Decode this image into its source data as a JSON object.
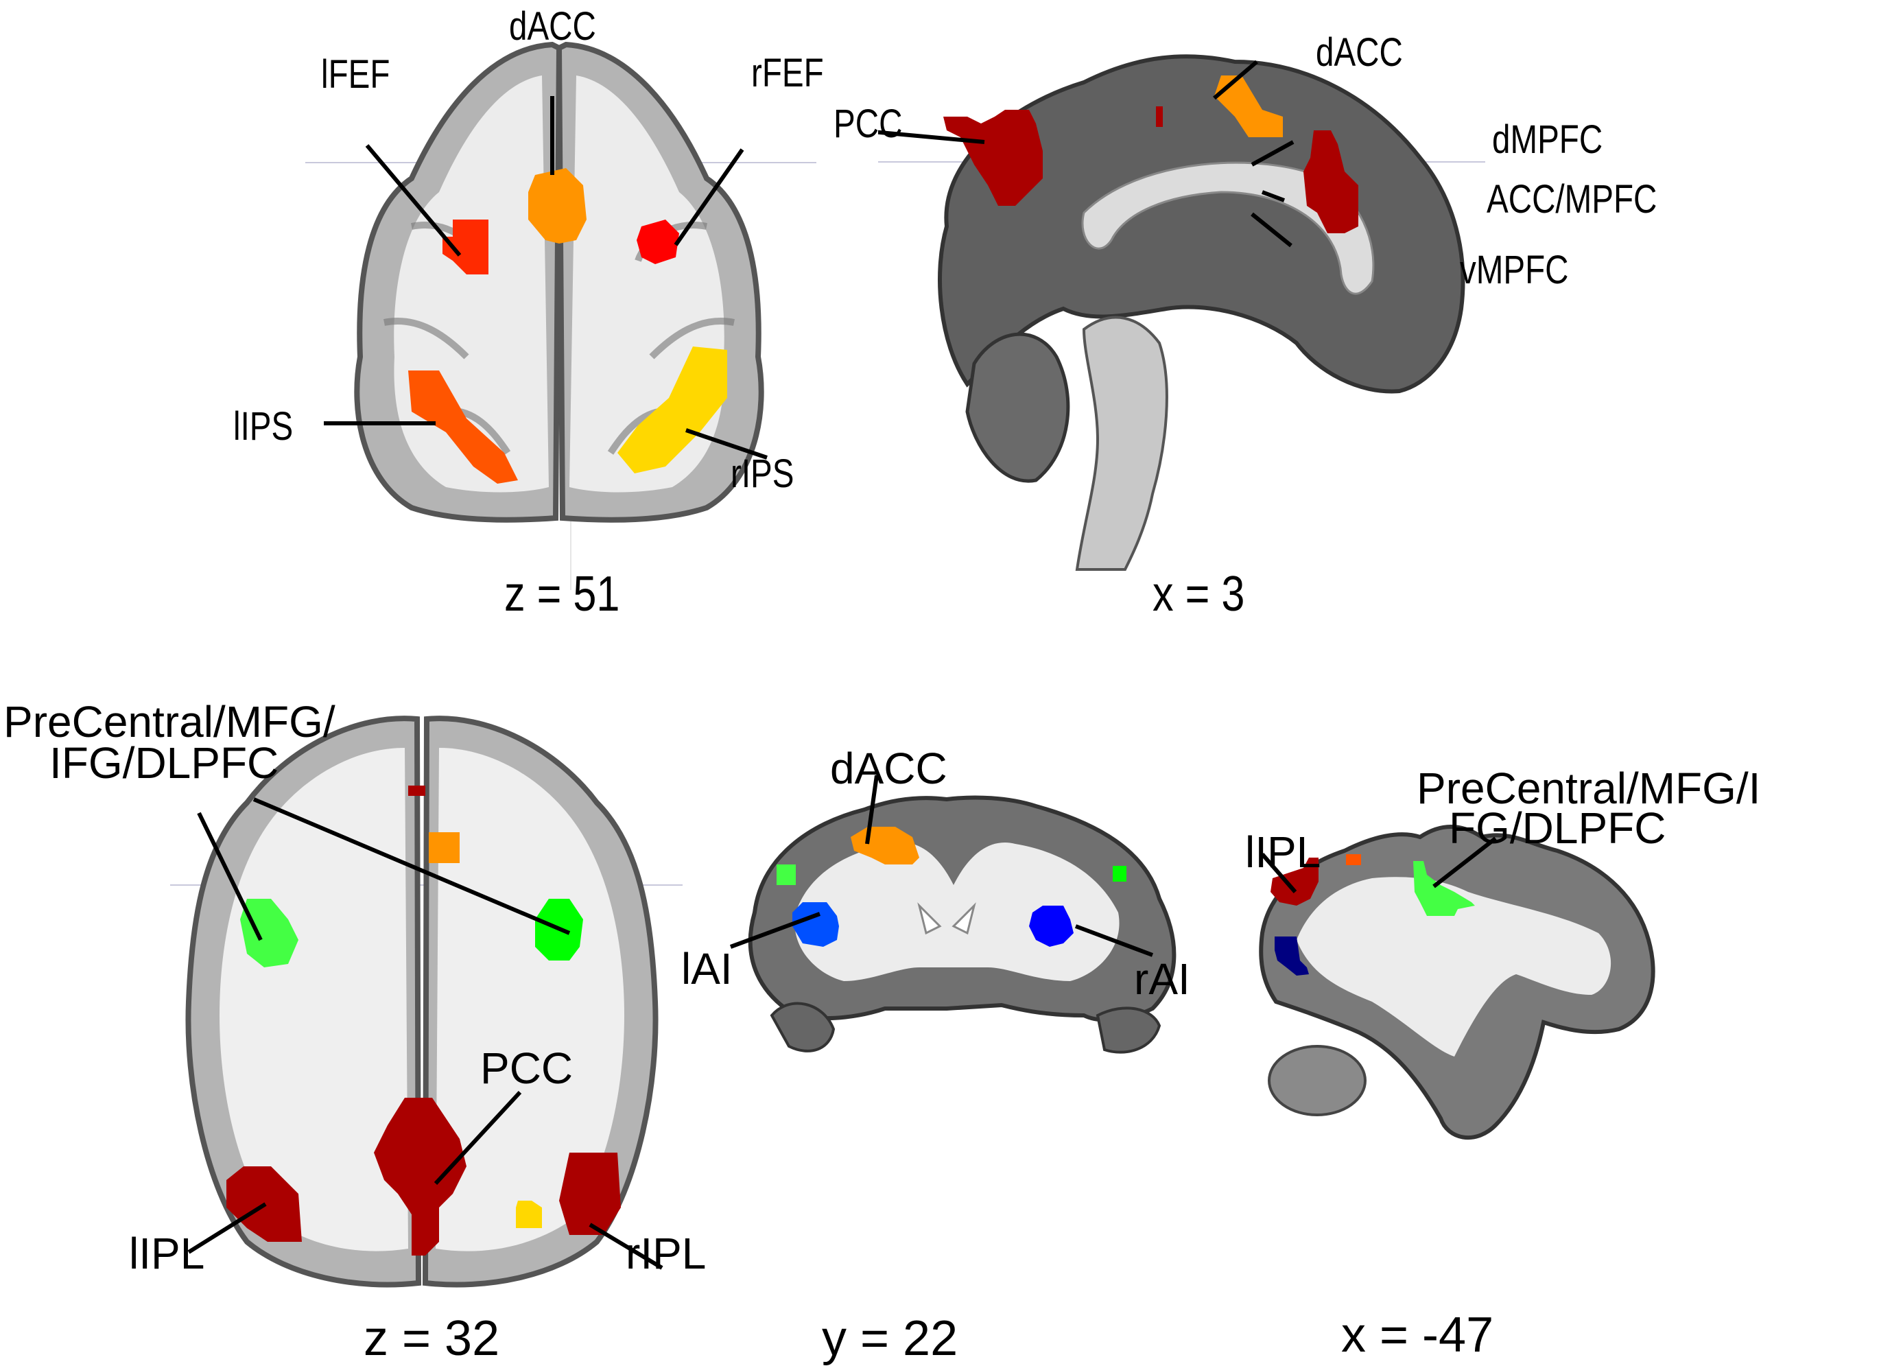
{
  "figure": {
    "panels": [
      {
        "id": "axial-z51",
        "view": "axial",
        "coordinate": "z = 51",
        "regions": [
          {
            "label": "dACC",
            "color": "#ff9400"
          },
          {
            "label": "lFEF",
            "color": "#ff2a00"
          },
          {
            "label": "rFEF",
            "color": "#ff0000"
          },
          {
            "label": "lIPS",
            "color": "#ff5500"
          },
          {
            "label": "rIPS",
            "color": "#ffd800"
          }
        ]
      },
      {
        "id": "sagittal-x3",
        "view": "sagittal",
        "coordinate": "x = 3",
        "regions": [
          {
            "label": "dACC",
            "color": "#ff9400"
          },
          {
            "label": "PCC",
            "color": "#aa0000"
          },
          {
            "label": "dMPFC",
            "color": "#aa0000"
          },
          {
            "label": "ACC/MPFC",
            "color": "#aa0000"
          },
          {
            "label": "vMPFC",
            "color": "#aa0000"
          }
        ]
      },
      {
        "id": "axial-z32",
        "view": "axial",
        "coordinate": "z = 32",
        "regions": [
          {
            "label": "PreCentral/MFG/",
            "label2": "IFG/DLPFC",
            "color": "#44ff44"
          },
          {
            "label": "PCC",
            "color": "#aa0000"
          },
          {
            "label": "lIPL",
            "color": "#aa0000"
          },
          {
            "label": "rIPL",
            "color": "#aa0000"
          }
        ]
      },
      {
        "id": "coronal-y22",
        "view": "coronal",
        "coordinate": "y = 22",
        "regions": [
          {
            "label": "dACC",
            "color": "#ff9400"
          },
          {
            "label": "lAI",
            "color": "#0050ff"
          },
          {
            "label": "rAI",
            "color": "#0000ff"
          }
        ]
      },
      {
        "id": "sagittal-x-47",
        "view": "sagittal",
        "coordinate": "x = -47",
        "regions": [
          {
            "label": "PreCentral/MFG/I",
            "label2": "FG/DLPFC",
            "color": "#44ff44"
          },
          {
            "label": "lIPL",
            "color": "#aa0000"
          }
        ]
      }
    ]
  }
}
